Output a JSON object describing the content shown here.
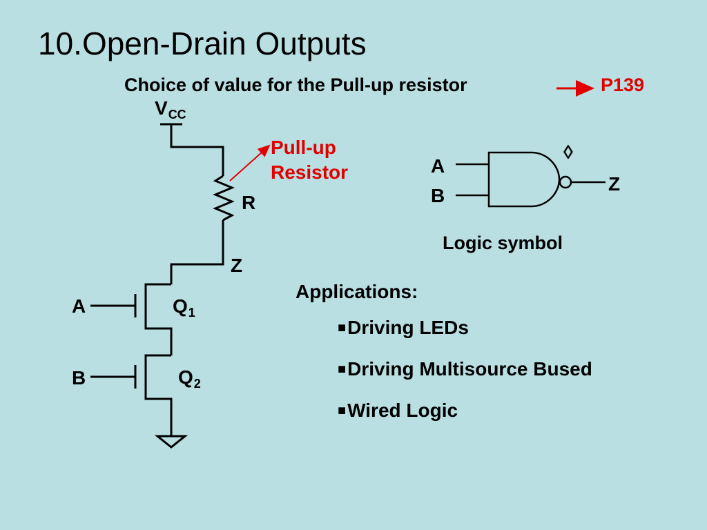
{
  "slide": {
    "title": "10.Open-Drain Outputs",
    "subtitle": "Choice of value for the Pull-up resistor",
    "page_ref": "P139"
  },
  "circuit": {
    "vcc_main": "V",
    "vcc_sub": "CC",
    "resistor_label": "R",
    "pullup_line1": "Pull-up",
    "pullup_line2": "Resistor",
    "output_label": "Z",
    "input_a": "A",
    "input_b": "B",
    "q1_main": "Q",
    "q1_sub": "1",
    "q2_main": "Q",
    "q2_sub": "2"
  },
  "logic_symbol": {
    "input_a": "A",
    "input_b": "B",
    "output": "Z",
    "open_drain_mark": "◊",
    "caption": "Logic symbol"
  },
  "applications": {
    "heading": "Applications:",
    "bullet": "■",
    "items": [
      "Driving LEDs",
      "Driving Multisource Bused",
      "Wired Logic"
    ]
  },
  "colors": {
    "background": "#b9dfe2",
    "accent": "#e00000",
    "line": "#000000"
  }
}
